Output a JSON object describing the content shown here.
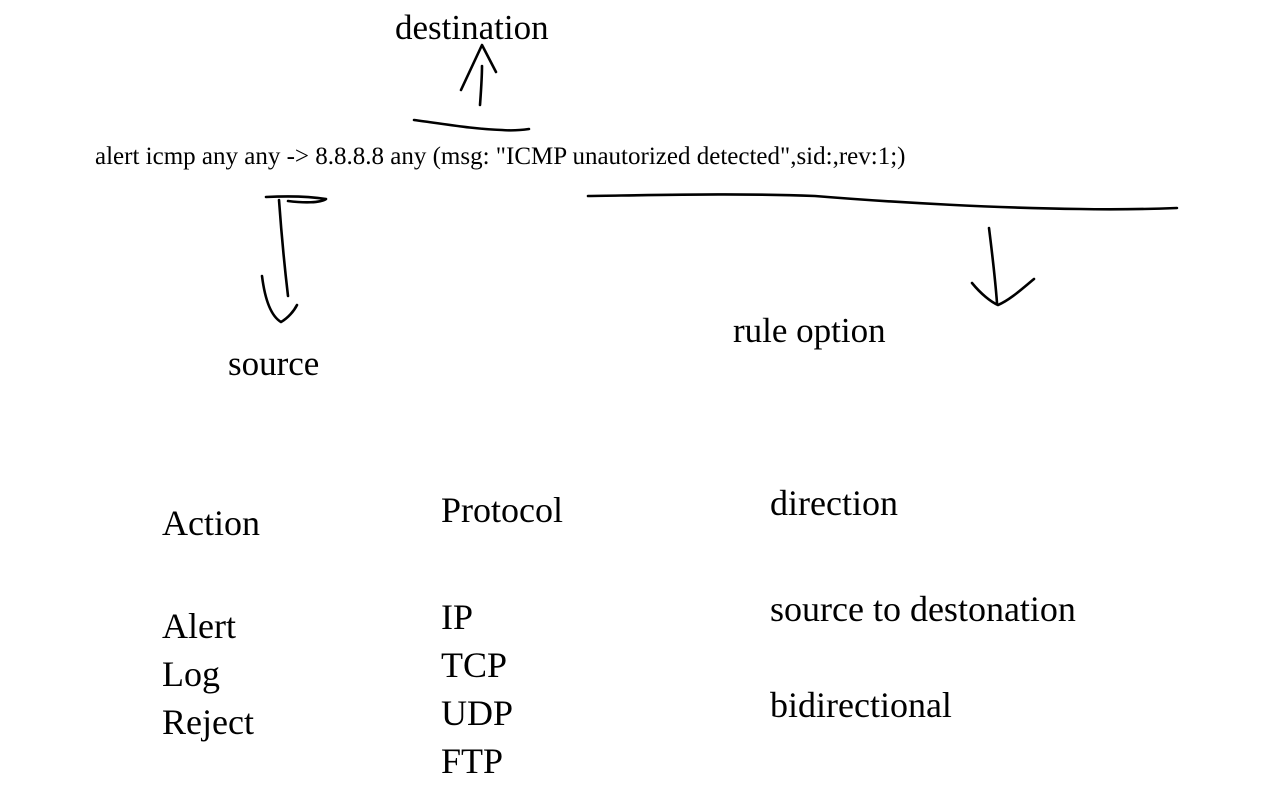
{
  "rule_text": "alert icmp any any -> 8.8.8.8 any (msg: \"ICMP unautorized detected\",sid:,rev:1;)",
  "labels": {
    "destination": "destination",
    "source": "source",
    "rule_option": "rule option"
  },
  "columns": {
    "action": {
      "heading": "Action",
      "items": [
        "Alert",
        "Log",
        "Reject"
      ]
    },
    "protocol": {
      "heading": "Protocol",
      "items": [
        "IP",
        "TCP",
        "UDP",
        "FTP"
      ]
    },
    "direction": {
      "heading": "direction",
      "items": [
        "source to destonation",
        "bidirectional"
      ]
    }
  }
}
